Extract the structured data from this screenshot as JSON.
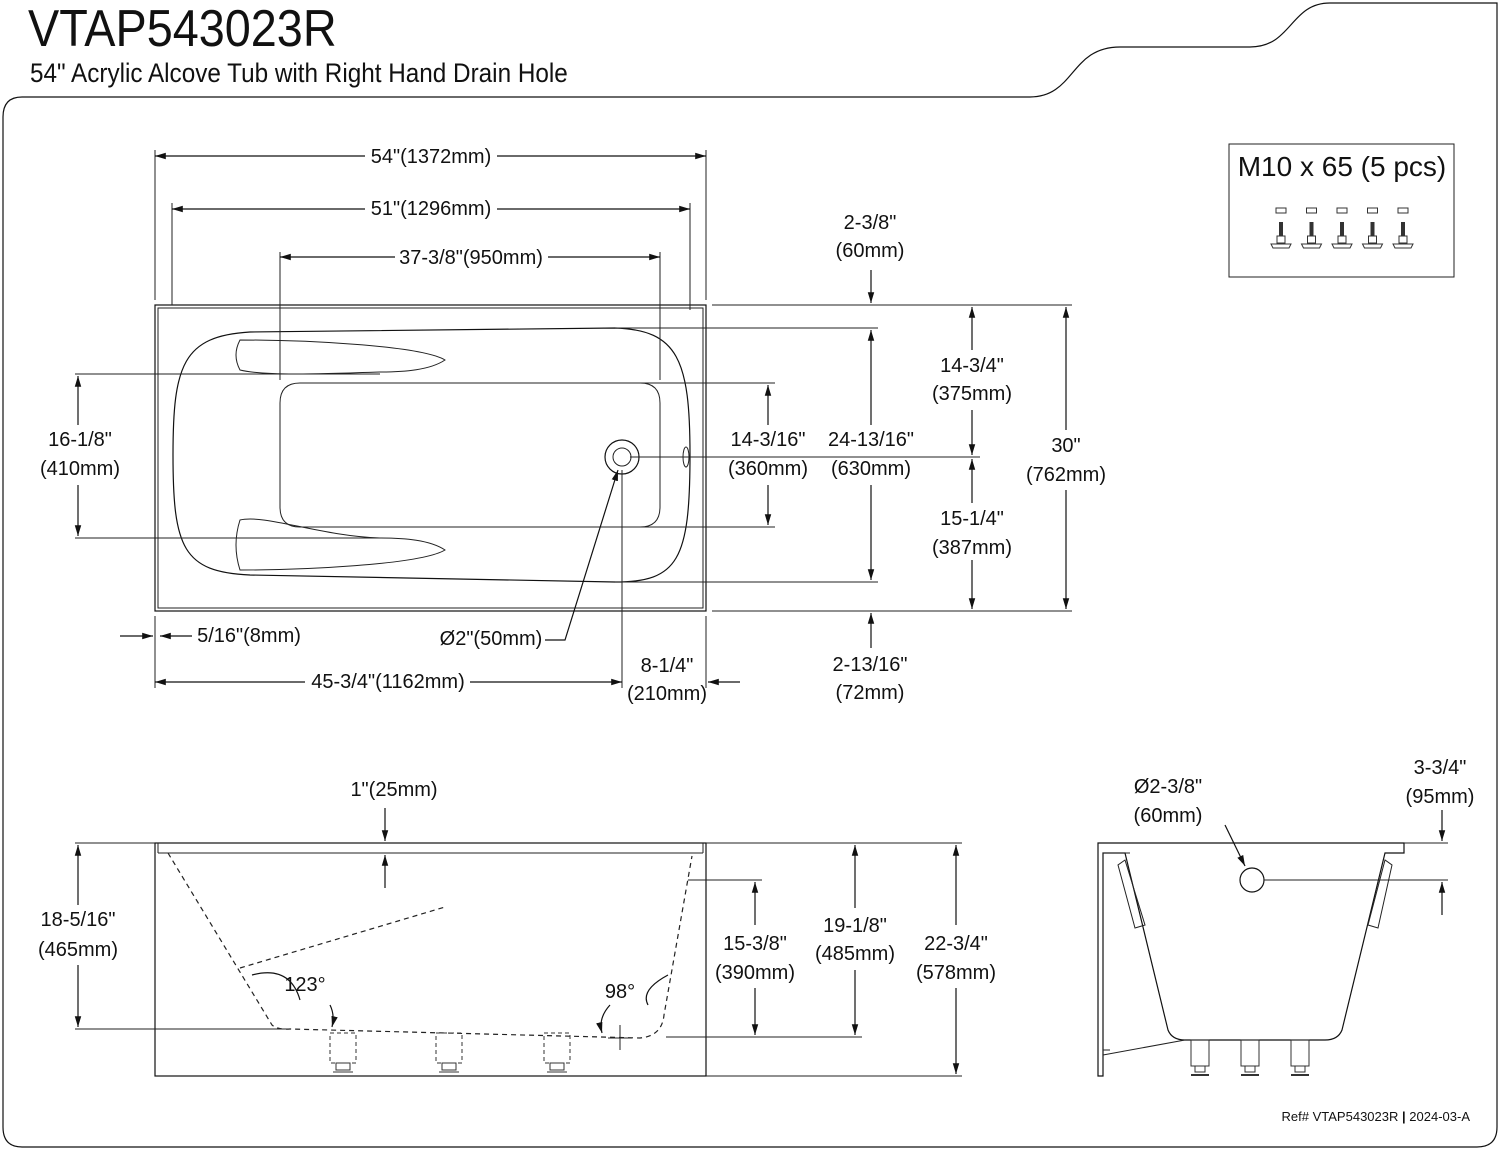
{
  "title": "VTAP543023R",
  "subtitle": "54\" Acrylic Alcove Tub with Right Hand Drain Hole",
  "hardware": {
    "label": "M10 x 65 (5 pcs)",
    "count": 5
  },
  "top_view": {
    "overall_length": "54\"(1372mm)",
    "rim_length": "51\"(1296mm)",
    "basin_length": "37-3/8\"(950mm)",
    "back_rim_in": "2-3/8\"",
    "back_rim_mm": "(60mm)",
    "drain_to_back_in": "14-3/4\"",
    "drain_to_back_mm": "(375mm)",
    "armrest_in": "16-1/8\"",
    "armrest_mm": "(410mm)",
    "basin_width_in": "14-3/16\"",
    "basin_width_mm": "(360mm)",
    "inner_width_in": "24-13/16\"",
    "inner_width_mm": "(630mm)",
    "overall_width_in": "30\"",
    "overall_width_mm": "(762mm)",
    "drain_to_front_in": "15-1/4\"",
    "drain_to_front_mm": "(387mm)",
    "side_flange": "5/16\"(8mm)",
    "drain_diameter": "Ø2\"(50mm)",
    "drain_from_left": "45-3/4\"(1162mm)",
    "drain_from_right_in": "8-1/4\"",
    "drain_from_right_mm": "(210mm)",
    "front_rim_in": "2-13/16\"",
    "front_rim_mm": "(72mm)"
  },
  "front_view": {
    "rim_thickness": "1\"(25mm)",
    "floor_height_in": "18-5/16\"",
    "floor_height_mm": "(465mm)",
    "back_angle": "123°",
    "front_angle": "98°",
    "overflow_height_in": "15-3/8\"",
    "overflow_height_mm": "(390mm)",
    "inner_depth_in": "19-1/8\"",
    "inner_depth_mm": "(485mm)",
    "overall_height_in": "22-3/4\"",
    "overall_height_mm": "(578mm)"
  },
  "side_view": {
    "overflow_diameter_in": "Ø2-3/8\"",
    "overflow_diameter_mm": "(60mm)",
    "overflow_drop_in": "3-3/4\"",
    "overflow_drop_mm": "(95mm)"
  },
  "footer": {
    "ref": "Ref# VTAP543023R",
    "separator": "|",
    "revision": "2024-03-A"
  }
}
